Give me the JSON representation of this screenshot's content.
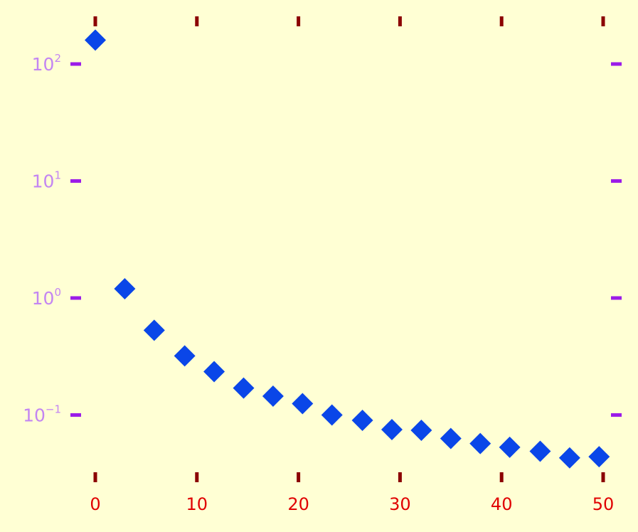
{
  "chart_data": {
    "type": "scatter",
    "title": "",
    "xlabel": "",
    "ylabel": "",
    "yscale": "log",
    "xlim": [
      0,
      50
    ],
    "ylim": [
      0.0355,
      200
    ],
    "grid": false,
    "marker": "diamond",
    "colors": {
      "background": "#FFFFD4",
      "marker": "#0A46E8",
      "x_tick_mark": "#8B0000",
      "x_tick_label": "#E00000",
      "y_tick_mark": "#9B1BE8",
      "y_tick_label": "#C385F2"
    },
    "x_ticks": [
      {
        "value": 0,
        "label": "0"
      },
      {
        "value": 10,
        "label": "10"
      },
      {
        "value": 20,
        "label": "20"
      },
      {
        "value": 30,
        "label": "30"
      },
      {
        "value": 40,
        "label": "40"
      },
      {
        "value": 50,
        "label": "50"
      }
    ],
    "y_ticks": [
      {
        "value": 100,
        "base": "10",
        "exp": "2"
      },
      {
        "value": 10,
        "base": "10",
        "exp": "1"
      },
      {
        "value": 1,
        "base": "10",
        "exp": "0"
      },
      {
        "value": 0.1,
        "base": "10",
        "exp": "−1"
      }
    ],
    "series": [
      {
        "x": [
          0,
          2.9,
          5.8,
          8.8,
          11.7,
          14.6,
          17.5,
          20.4,
          23.3,
          26.3,
          29.2,
          32.1,
          35.0,
          37.9,
          40.8,
          43.8,
          46.7,
          49.6
        ],
        "y": [
          160,
          1.2,
          0.53,
          0.32,
          0.235,
          0.17,
          0.145,
          0.125,
          0.1,
          0.09,
          0.075,
          0.074,
          0.063,
          0.057,
          0.053,
          0.049,
          0.043,
          0.044
        ]
      }
    ]
  }
}
